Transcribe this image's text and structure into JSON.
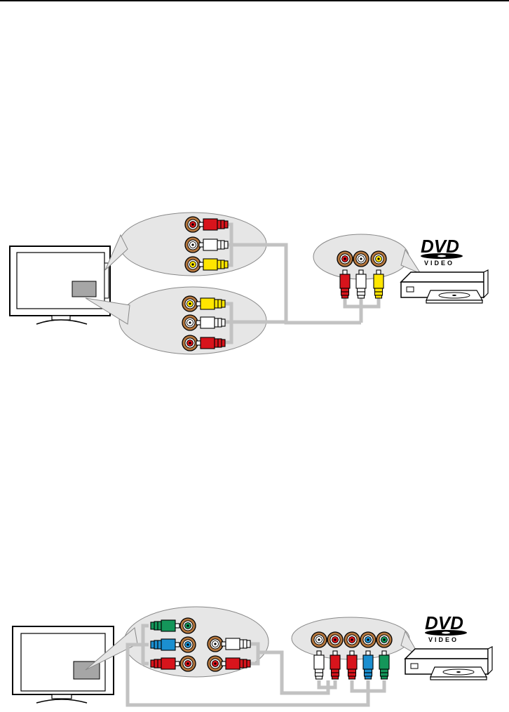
{
  "logo": {
    "main": "DVD",
    "sub": "VIDEO"
  },
  "colors": {
    "red": "#d8141c",
    "white": "#ffffff",
    "yellow": "#ffe600",
    "green": "#14965a",
    "blue": "#1b8fd0",
    "cable": "#c2c2c2",
    "bubble": "#e6e6e6",
    "jack_ring": "#b5773e",
    "panel": "#a6a6a6"
  },
  "diagram1": {
    "tv_side_jacks": [
      "red",
      "white",
      "yellow"
    ],
    "tv_rear_jacks": [
      "yellow",
      "white",
      "red"
    ],
    "dvd_jacks": [
      "red",
      "white",
      "yellow"
    ]
  },
  "diagram2": {
    "tv_video_jacks": [
      "green",
      "blue",
      "red"
    ],
    "tv_audio_jacks": [
      "white",
      "red"
    ],
    "dvd_jacks": [
      "white",
      "red",
      "red",
      "blue",
      "green"
    ]
  }
}
